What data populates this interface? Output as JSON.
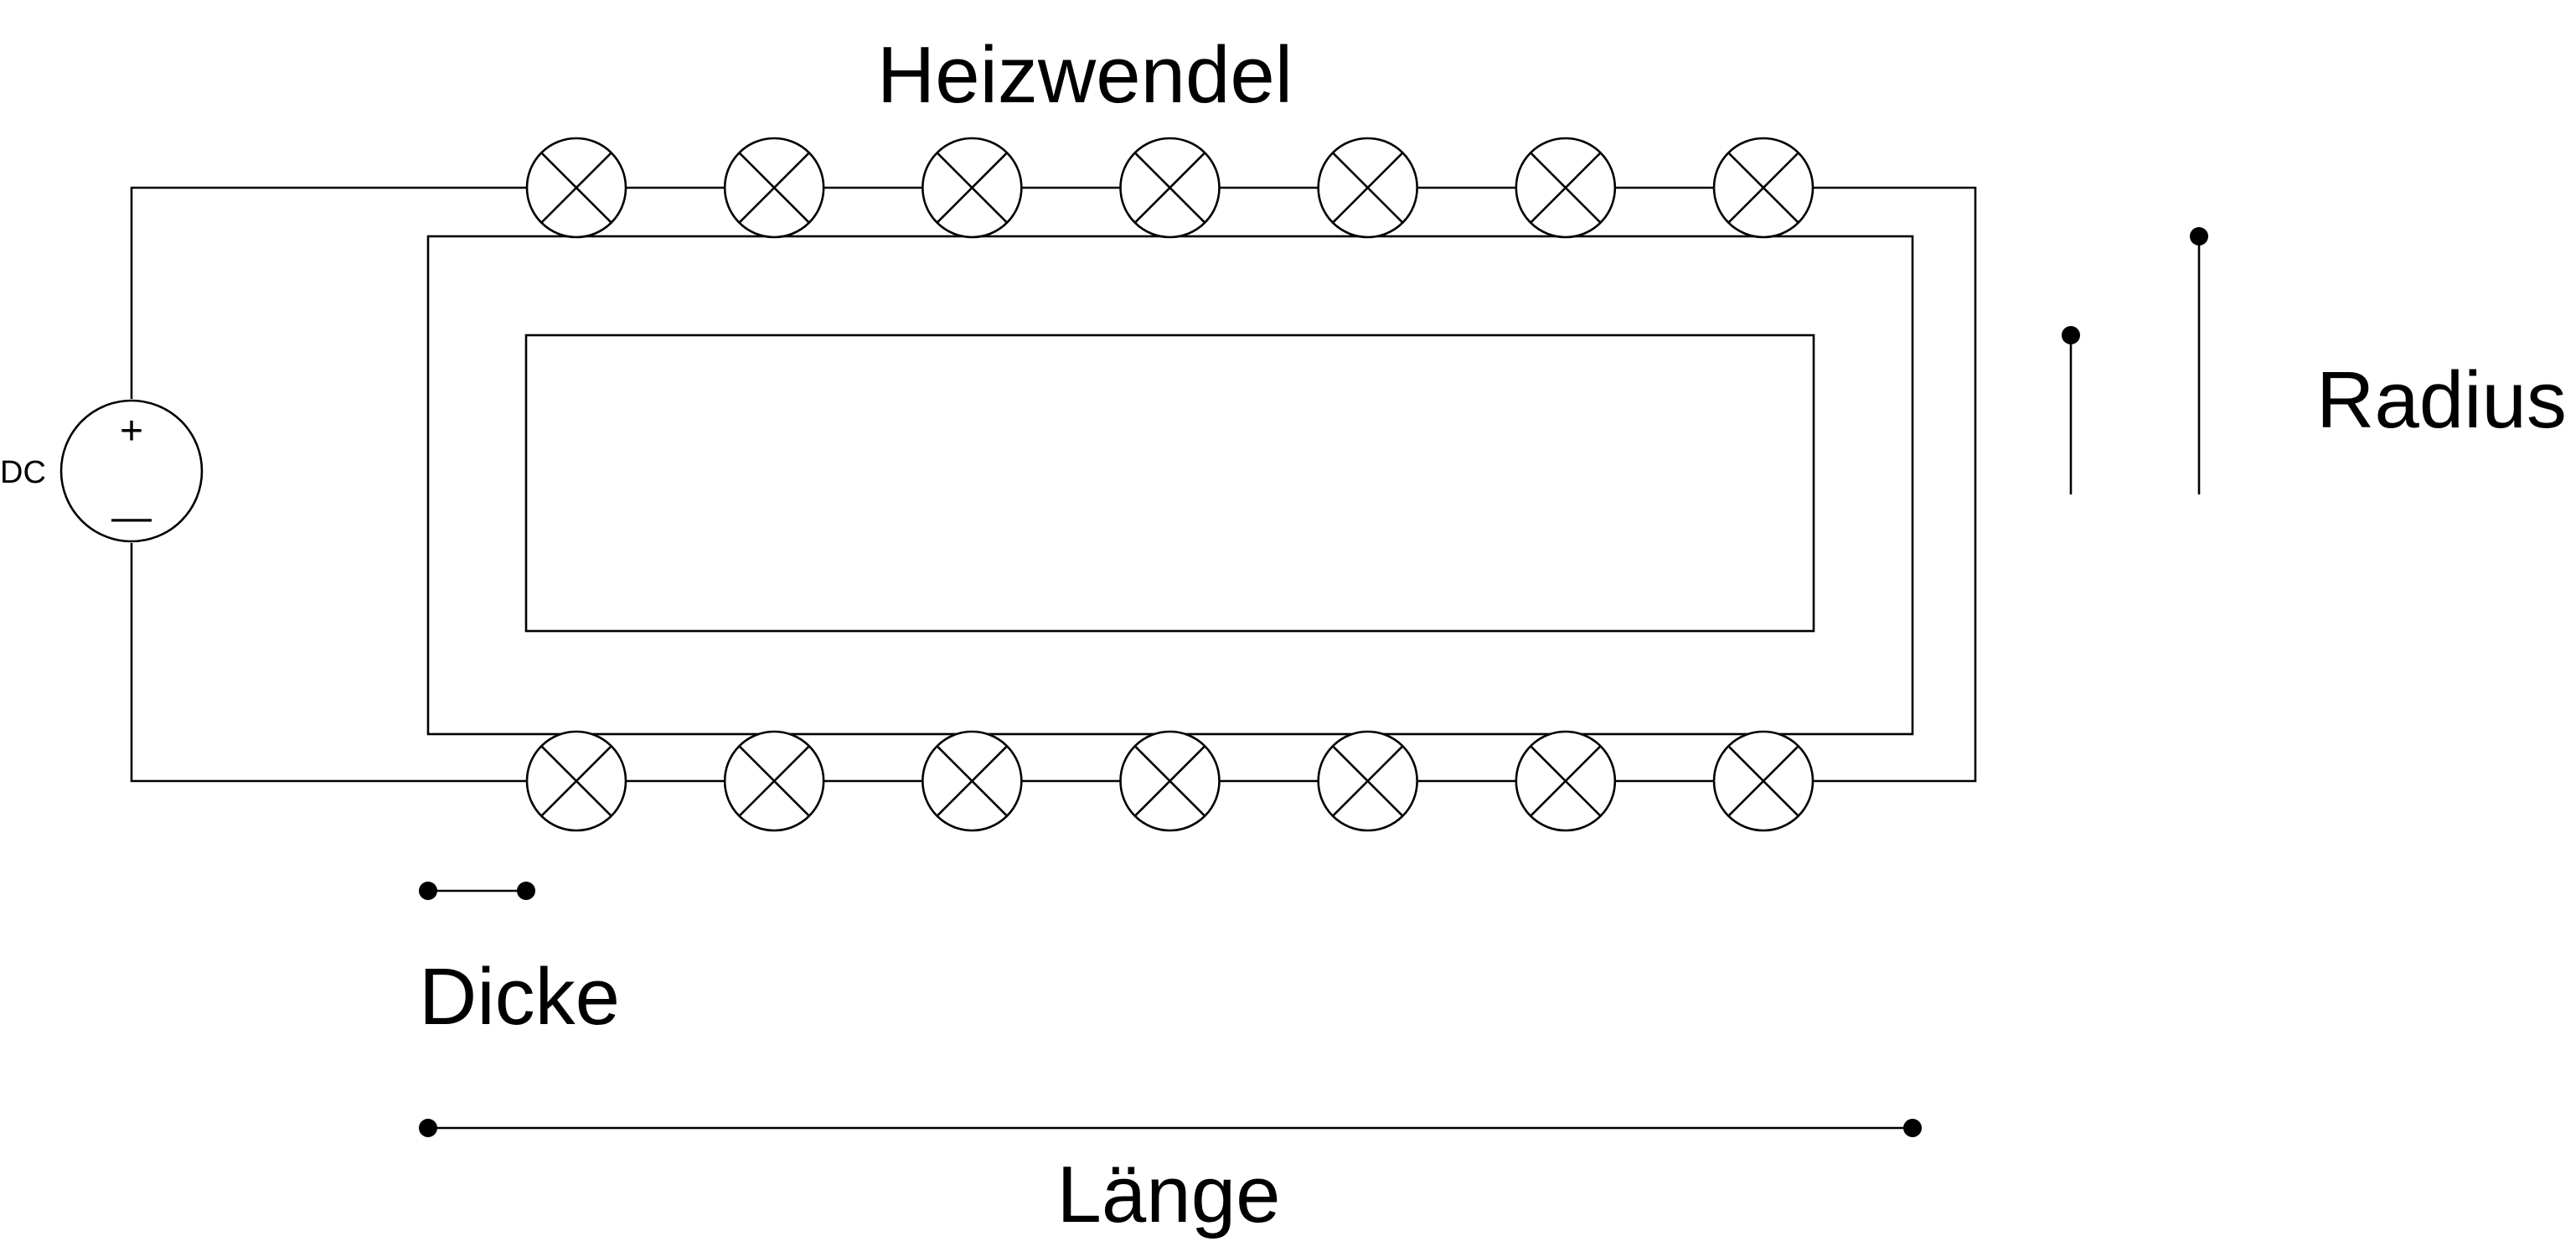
{
  "labels": {
    "heating_coil": "Heizwendel",
    "radius": "Radius",
    "thickness": "Dicke",
    "length": "Länge",
    "source": "DC",
    "plus": "+",
    "minus": "—"
  },
  "lamps": {
    "per_row": 7,
    "rows": [
      "top",
      "bottom"
    ]
  },
  "colors": {
    "stroke": "#000000",
    "background": "#ffffff"
  }
}
